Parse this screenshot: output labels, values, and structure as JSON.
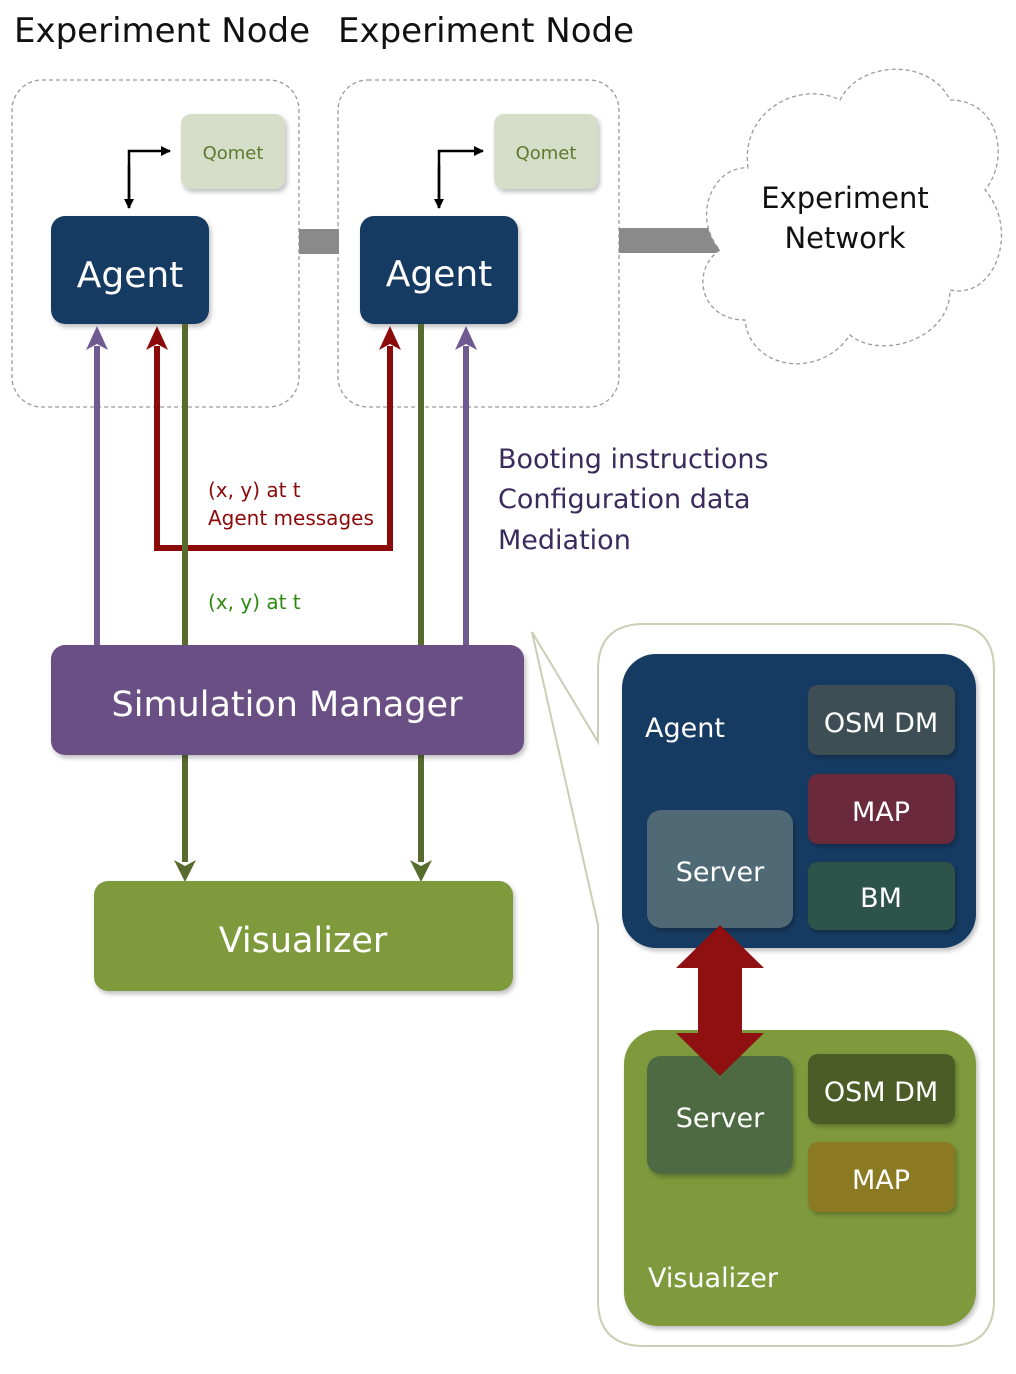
{
  "nodes": {
    "node1_title": "Experiment Node",
    "node2_title": "Experiment Node",
    "qomet1": "Qomet",
    "qomet2": "Qomet",
    "agent1": "Agent",
    "agent2": "Agent",
    "cloud_line1": "Experiment",
    "cloud_line2": "Network"
  },
  "flows": {
    "red_line1": "(x, y) at t",
    "red_line2": "Agent messages",
    "green_label": "(x, y) at t",
    "purple_line1": "Booting instructions",
    "purple_line2": "Configuration data",
    "purple_line3": "Mediation"
  },
  "core": {
    "sim_manager": "Simulation Manager",
    "visualizer": "Visualizer"
  },
  "detail": {
    "agent_label": "Agent",
    "agent_server": "Server",
    "agent_osm": "OSM DM",
    "agent_map": "MAP",
    "agent_bm": "BM",
    "vis_server": "Server",
    "vis_osm": "OSM DM",
    "vis_map": "MAP",
    "vis_label": "Visualizer"
  },
  "colors": {
    "agent_navy": "#163A62",
    "qomet_bg": "#D6DDC9",
    "qomet_text": "#5E7A2E",
    "sim_purple": "#6A4F84",
    "vis_green": "#7E9A3E",
    "arrow_red": "#8B0A0A",
    "arrow_green": "#586B2E",
    "arrow_purple": "#6F5A92",
    "link_gray": "#8A8A8A",
    "detail_server": "#4F6B74",
    "detail_osm": "#3E4F55",
    "detail_map": "#6B2A3A",
    "detail_bm": "#2F5348",
    "vis_server": "#4E6B43",
    "vis_osm": "#4B5C27",
    "vis_map": "#8C7A22",
    "exchange_red": "#8E1010"
  }
}
